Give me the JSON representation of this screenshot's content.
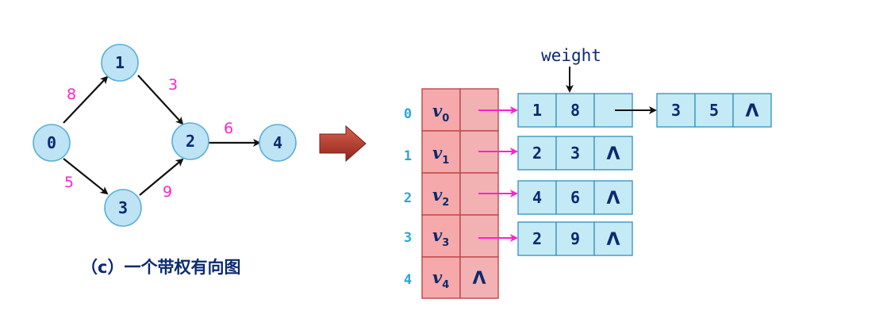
{
  "graph": {
    "nodes": [
      "0",
      "1",
      "2",
      "3",
      "4"
    ],
    "edges": [
      {
        "from": "0",
        "to": "1",
        "weight": "8"
      },
      {
        "from": "0",
        "to": "3",
        "weight": "5"
      },
      {
        "from": "1",
        "to": "2",
        "weight": "3"
      },
      {
        "from": "3",
        "to": "2",
        "weight": "9"
      },
      {
        "from": "2",
        "to": "4",
        "weight": "6"
      }
    ],
    "caption": "（c）一个带权有向图"
  },
  "adjacency": {
    "vertices": [
      {
        "index": "0",
        "name": "v",
        "sub": "0",
        "has_list": true
      },
      {
        "index": "1",
        "name": "v",
        "sub": "1",
        "has_list": true
      },
      {
        "index": "2",
        "name": "v",
        "sub": "2",
        "has_list": true
      },
      {
        "index": "3",
        "name": "v",
        "sub": "3",
        "has_list": true
      },
      {
        "index": "4",
        "name": "v",
        "sub": "4",
        "has_list": false
      }
    ],
    "lists": [
      [
        {
          "adj": "1",
          "weight": "8"
        },
        {
          "adj": "3",
          "weight": "5"
        }
      ],
      [
        {
          "adj": "2",
          "weight": "3"
        }
      ],
      [
        {
          "adj": "4",
          "weight": "6"
        }
      ],
      [
        {
          "adj": "2",
          "weight": "9"
        }
      ]
    ],
    "null_symbol": "Λ",
    "weight_annotation": "weight"
  },
  "colors": {
    "node_fill": "#bde3f4",
    "vertex_cell": "#f6a9aa",
    "list_cell": "#c4eaf6",
    "weight_text": "#ff22cc",
    "index_text": "#29a7d6",
    "transform_arrow": "#b83a2e"
  }
}
